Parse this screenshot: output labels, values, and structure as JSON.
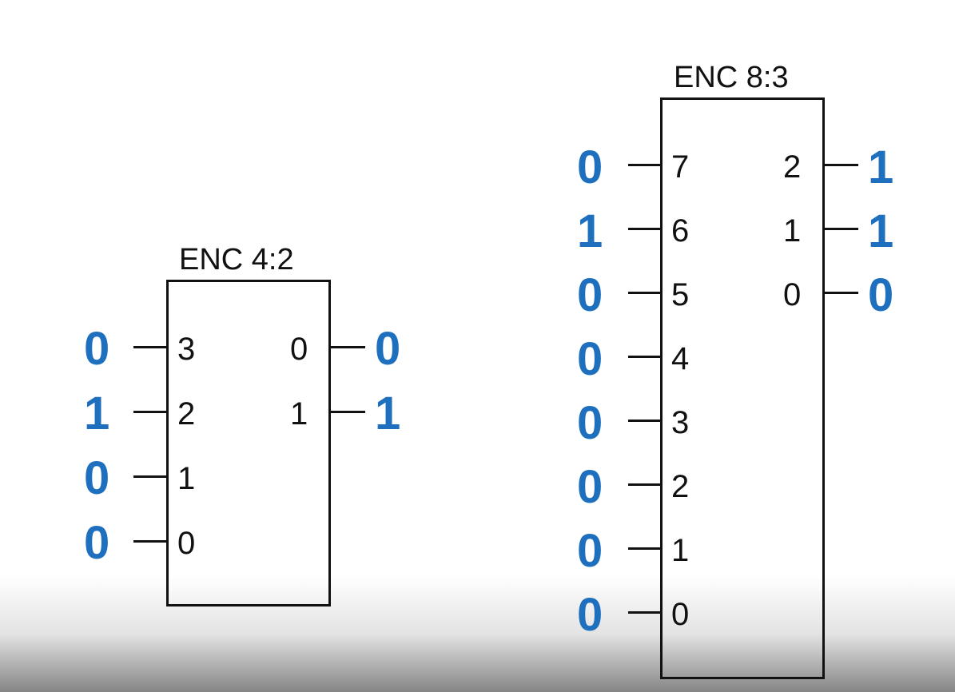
{
  "colors": {
    "bit": "#1f6fbf",
    "line": "#111111",
    "background": "#ffffff"
  },
  "encoders": [
    {
      "title": "ENC 4:2",
      "inputs": [
        {
          "pin": "3",
          "value": "0"
        },
        {
          "pin": "2",
          "value": "1"
        },
        {
          "pin": "1",
          "value": "0"
        },
        {
          "pin": "0",
          "value": "0"
        }
      ],
      "outputs": [
        {
          "pin": "0",
          "value": "0"
        },
        {
          "pin": "1",
          "value": "1"
        }
      ]
    },
    {
      "title": "ENC 8:3",
      "inputs": [
        {
          "pin": "7",
          "value": "0"
        },
        {
          "pin": "6",
          "value": "1"
        },
        {
          "pin": "5",
          "value": "0"
        },
        {
          "pin": "4",
          "value": "0"
        },
        {
          "pin": "3",
          "value": "0"
        },
        {
          "pin": "2",
          "value": "0"
        },
        {
          "pin": "1",
          "value": "0"
        },
        {
          "pin": "0",
          "value": "0"
        }
      ],
      "outputs": [
        {
          "pin": "2",
          "value": "1"
        },
        {
          "pin": "1",
          "value": "1"
        },
        {
          "pin": "0",
          "value": "0"
        }
      ]
    }
  ]
}
